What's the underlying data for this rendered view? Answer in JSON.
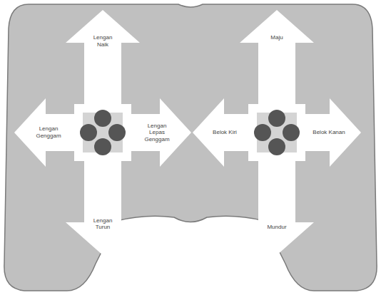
{
  "diagram": {
    "nodes": [
      {
        "text": [
          "Lengan Naik"
        ]
      },
      {
        "text": [
          "Lengan Genggam"
        ]
      },
      {
        "text": [
          "Lengan Lepas Genggam"
        ]
      },
      {
        "text": [
          "Lengan Turun"
        ]
      },
      {
        "text": [
          "Maju"
        ]
      },
      {
        "text": [
          "Belok Kiri"
        ]
      },
      {
        "text": [
          "Belok Kanan"
        ]
      },
      {
        "text": [
          "Mundur"
        ]
      }
    ]
  }
}
